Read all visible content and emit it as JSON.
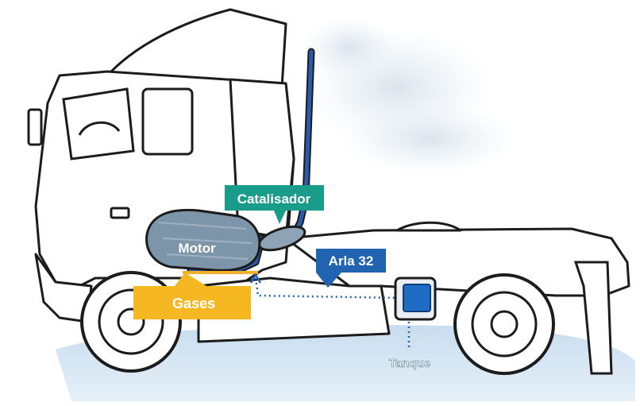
{
  "labels": {
    "catalisador": "Catalisador",
    "motor": "Motor",
    "arla": "Arla 32",
    "gases": "Gases",
    "tanque": "Tanque"
  },
  "colors": {
    "catalisador_box": "#1a9c8a",
    "arla_box": "#1f63b1",
    "gases_box": "#f5b722",
    "gases_line": "#f0b02a",
    "exhaust_pipe": "#2a5aa8",
    "engine_block": "#7c95a9",
    "tank_fill": "#1f6cc4",
    "dotted_line": "#1f63b1",
    "shadow": "#b8d4e8",
    "outline": "#1c1c1c"
  }
}
